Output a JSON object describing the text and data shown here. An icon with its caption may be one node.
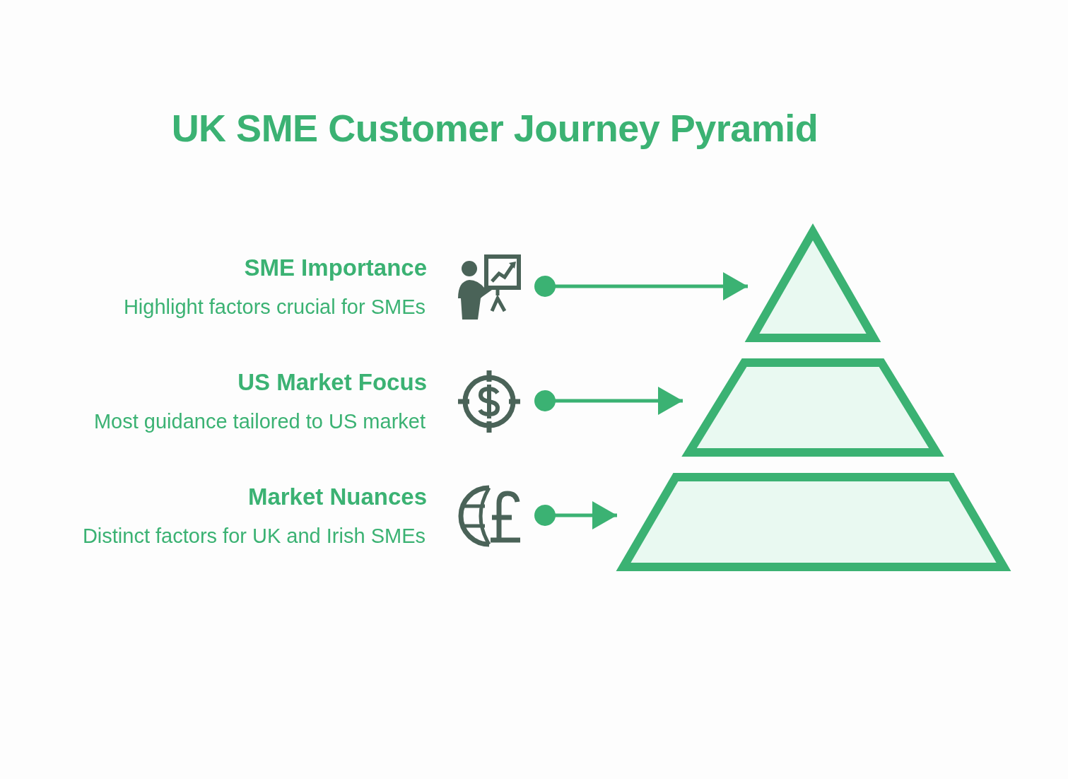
{
  "diagram": {
    "title": "UK SME Customer Journey Pyramid",
    "nodes": [
      {
        "text": [
          "SME Importance",
          "Highlight factors crucial for SMEs"
        ]
      },
      {
        "text": [
          "US Market Focus",
          "Most guidance tailored to US market"
        ]
      },
      {
        "text": [
          "Market Nuances",
          "Distinct factors for UK and Irish SMEs"
        ]
      },
      {
        "text": [],
        "shape": "triangle"
      },
      {
        "text": [],
        "shape": "trapezoid"
      },
      {
        "text": [],
        "shape": "trapezoid"
      }
    ],
    "edges": [
      {
        "from": 0,
        "to": 3,
        "arrow": "to"
      },
      {
        "from": 1,
        "to": 4,
        "arrow": "to"
      },
      {
        "from": 2,
        "to": 5,
        "arrow": "to"
      }
    ]
  }
}
